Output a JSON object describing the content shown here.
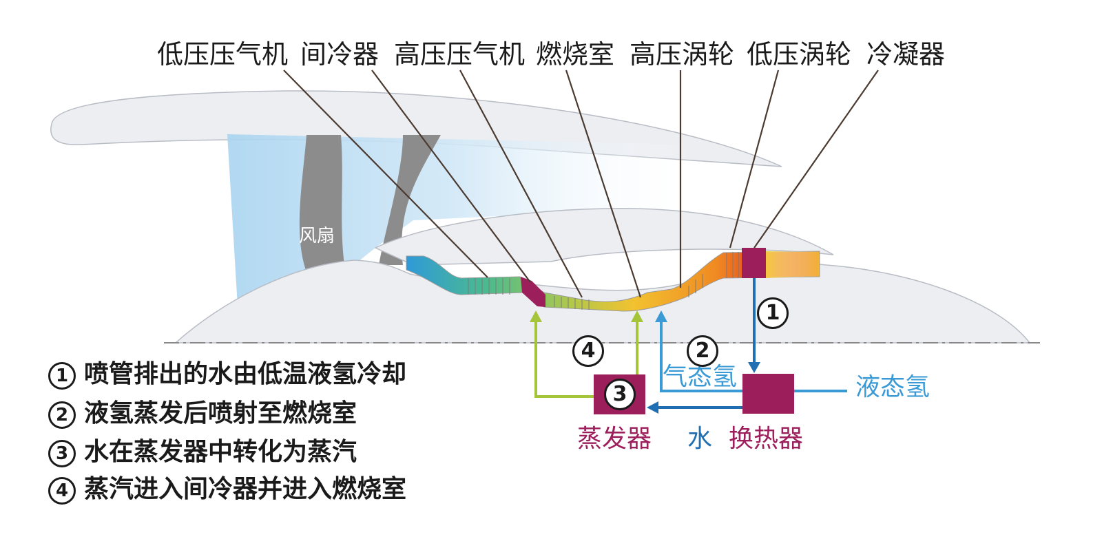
{
  "components": {
    "lp_compressor": "低压压气机",
    "intercooler": "间冷器",
    "hp_compressor": "高压压气机",
    "combustor": "燃烧室",
    "hp_turbine": "高压涡轮",
    "lp_turbine": "低压涡轮",
    "condenser": "冷凝器"
  },
  "fan_label": "风扇",
  "flows": {
    "gas_h2": "气态氢",
    "liquid_h2": "液态氢",
    "water": "水"
  },
  "units": {
    "evaporator": "蒸发器",
    "heat_exchanger": "换热器"
  },
  "steps": [
    "1",
    "2",
    "3",
    "4"
  ],
  "legend": [
    {
      "num": "1",
      "text": "喷管排出的水由低温液氢冷却"
    },
    {
      "num": "2",
      "text": "液氢蒸发后喷射至燃烧室"
    },
    {
      "num": "3",
      "text": "水在蒸发器中转化为蒸汽"
    },
    {
      "num": "4",
      "text": "蒸汽进入间冷器并进入燃烧室"
    }
  ],
  "colors": {
    "magenta": "#9c1f5c",
    "liquid_blue": "#3a9ad6",
    "water_blue": "#1f6fb2",
    "steam_green": "#a5c43a",
    "fan_blade": "#8c8c8c"
  }
}
